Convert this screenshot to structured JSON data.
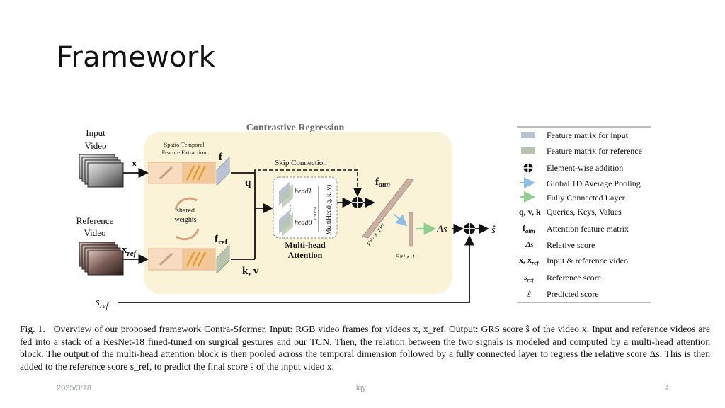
{
  "slide": {
    "title": "Framework"
  },
  "diagram": {
    "title": "Contrastive Regression",
    "input_video_label": [
      "Input",
      "Video"
    ],
    "reference_video_label": [
      "Reference",
      "Video"
    ],
    "spatio_temporal_label": [
      "Spatio-Temporal",
      "Feature Extraction"
    ],
    "shared_weights_label": [
      "shared",
      "weights"
    ],
    "skip_connection_label": "Skip Connection",
    "multihead_label": [
      "Multi-head",
      "Attention"
    ],
    "head1_label": "head1",
    "head8_label": "head8",
    "concat_label": "concat",
    "multihead_fn_label": "MultiHead(q, k, v)",
    "dots_label": "⋮",
    "x_label": "x",
    "x_ref_label": "x",
    "x_ref_sub": "ref",
    "f_label": "f",
    "f_ref_label": "f",
    "f_ref_sub": "ref",
    "q_label": "q",
    "kv_label": "k, v",
    "f_attn_label": "f",
    "f_attn_sub": "attn",
    "ft_label": "F⁽⁴⁾ × T⁽⁴⁾",
    "f1_label": "F⁽⁴⁾ × 1",
    "delta_s_label": "Δs",
    "s_hat_label": "ŝ",
    "s_ref_label": "s",
    "s_ref_sub": "ref"
  },
  "legend": {
    "items": [
      {
        "symbol": "Feature matrix for input"
      },
      {
        "symbol": "Feature matrix for reference"
      },
      {
        "symbol": "Element-wise addition"
      },
      {
        "symbol": "Global 1D Average Pooling"
      },
      {
        "symbol": "Fully Connected Layer"
      },
      {
        "key": "q, v, k",
        "symbol": "Queries, Keys, Values"
      },
      {
        "key": "f",
        "key_sub": "attn",
        "symbol": "Attention feature matrix"
      },
      {
        "key": "Δs",
        "symbol": "Relative score"
      },
      {
        "key": "x, x",
        "key_sub": "ref",
        "symbol": "Input & reference video"
      },
      {
        "key": "s",
        "key_sub": "ref",
        "symbol": "Reference score"
      },
      {
        "key": "ŝ",
        "symbol": "Predicted score"
      }
    ],
    "colors": {
      "input": "#b9c3d3",
      "reference": "#b8c4ad",
      "pooling": "#8fbde3",
      "fc": "#8fd08f"
    }
  },
  "caption": {
    "label": "Fig. 1.",
    "text": "Overview of our proposed framework Contra-Sformer. Input: RGB video frames for videos x, x_ref. Output: GRS score ŝ of the video x. Input and reference videos are fed into a stack of a ResNet-18 fined-tuned on surgical gestures and our TCN. Then, the relation between the two signals is modeled and computed by a multi-head attention block. The output of the multi-head attention block is then pooled across the temporal dimension followed by a fully connected layer to regress the relative score Δs. This is then added to the reference score s_ref, to predict the final score ŝ of the input video x."
  },
  "footer": {
    "date": "2025/3/18",
    "author": "lqy",
    "page": "4"
  },
  "colors": {
    "panel": "#fbf3d8",
    "extract": "#f7dcc1",
    "tcn": "#f2c79a",
    "accent_title": "#6d6d6d"
  }
}
